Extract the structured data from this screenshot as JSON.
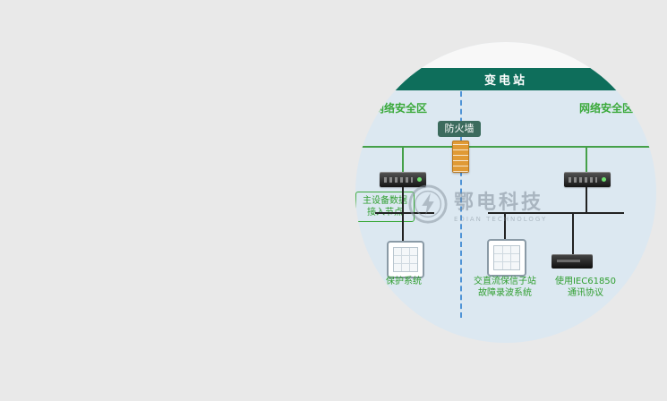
{
  "page": {
    "background": "#e9e9e9"
  },
  "diagram": {
    "header": {
      "title": "变电站"
    },
    "zones": {
      "left": "网络安全区",
      "right": "网络安全区"
    },
    "firewall": {
      "label": "防火墙"
    },
    "access_node": {
      "line1": "主设备数据",
      "line2": "接入节点"
    },
    "labels": {
      "bottom_left": "保护系统",
      "bottom_mid_line1": "交直流保信子站",
      "bottom_mid_line2": "故障录波系统",
      "bottom_right_line1": "使用IEC61850",
      "bottom_right_line2": "通讯协议"
    },
    "icons": {
      "firewall": "firewall-brick-icon",
      "switch": "network-switch-icon",
      "relay": "protection-relay-device-icon",
      "recorder": "fault-recorder-device-icon"
    },
    "colors": {
      "band_green": "#0e6e5b",
      "zone_text_green": "#3aa93a",
      "bus_green": "#45a049",
      "bus_black": "#222222",
      "dashed_blue": "#4f93d6",
      "firewall_orange": "#e09a35",
      "circle_background": "#dce8f1"
    }
  },
  "watermark": {
    "name": "鄂电科技",
    "subtitle": "EDIAN TECHNOLOGY"
  }
}
